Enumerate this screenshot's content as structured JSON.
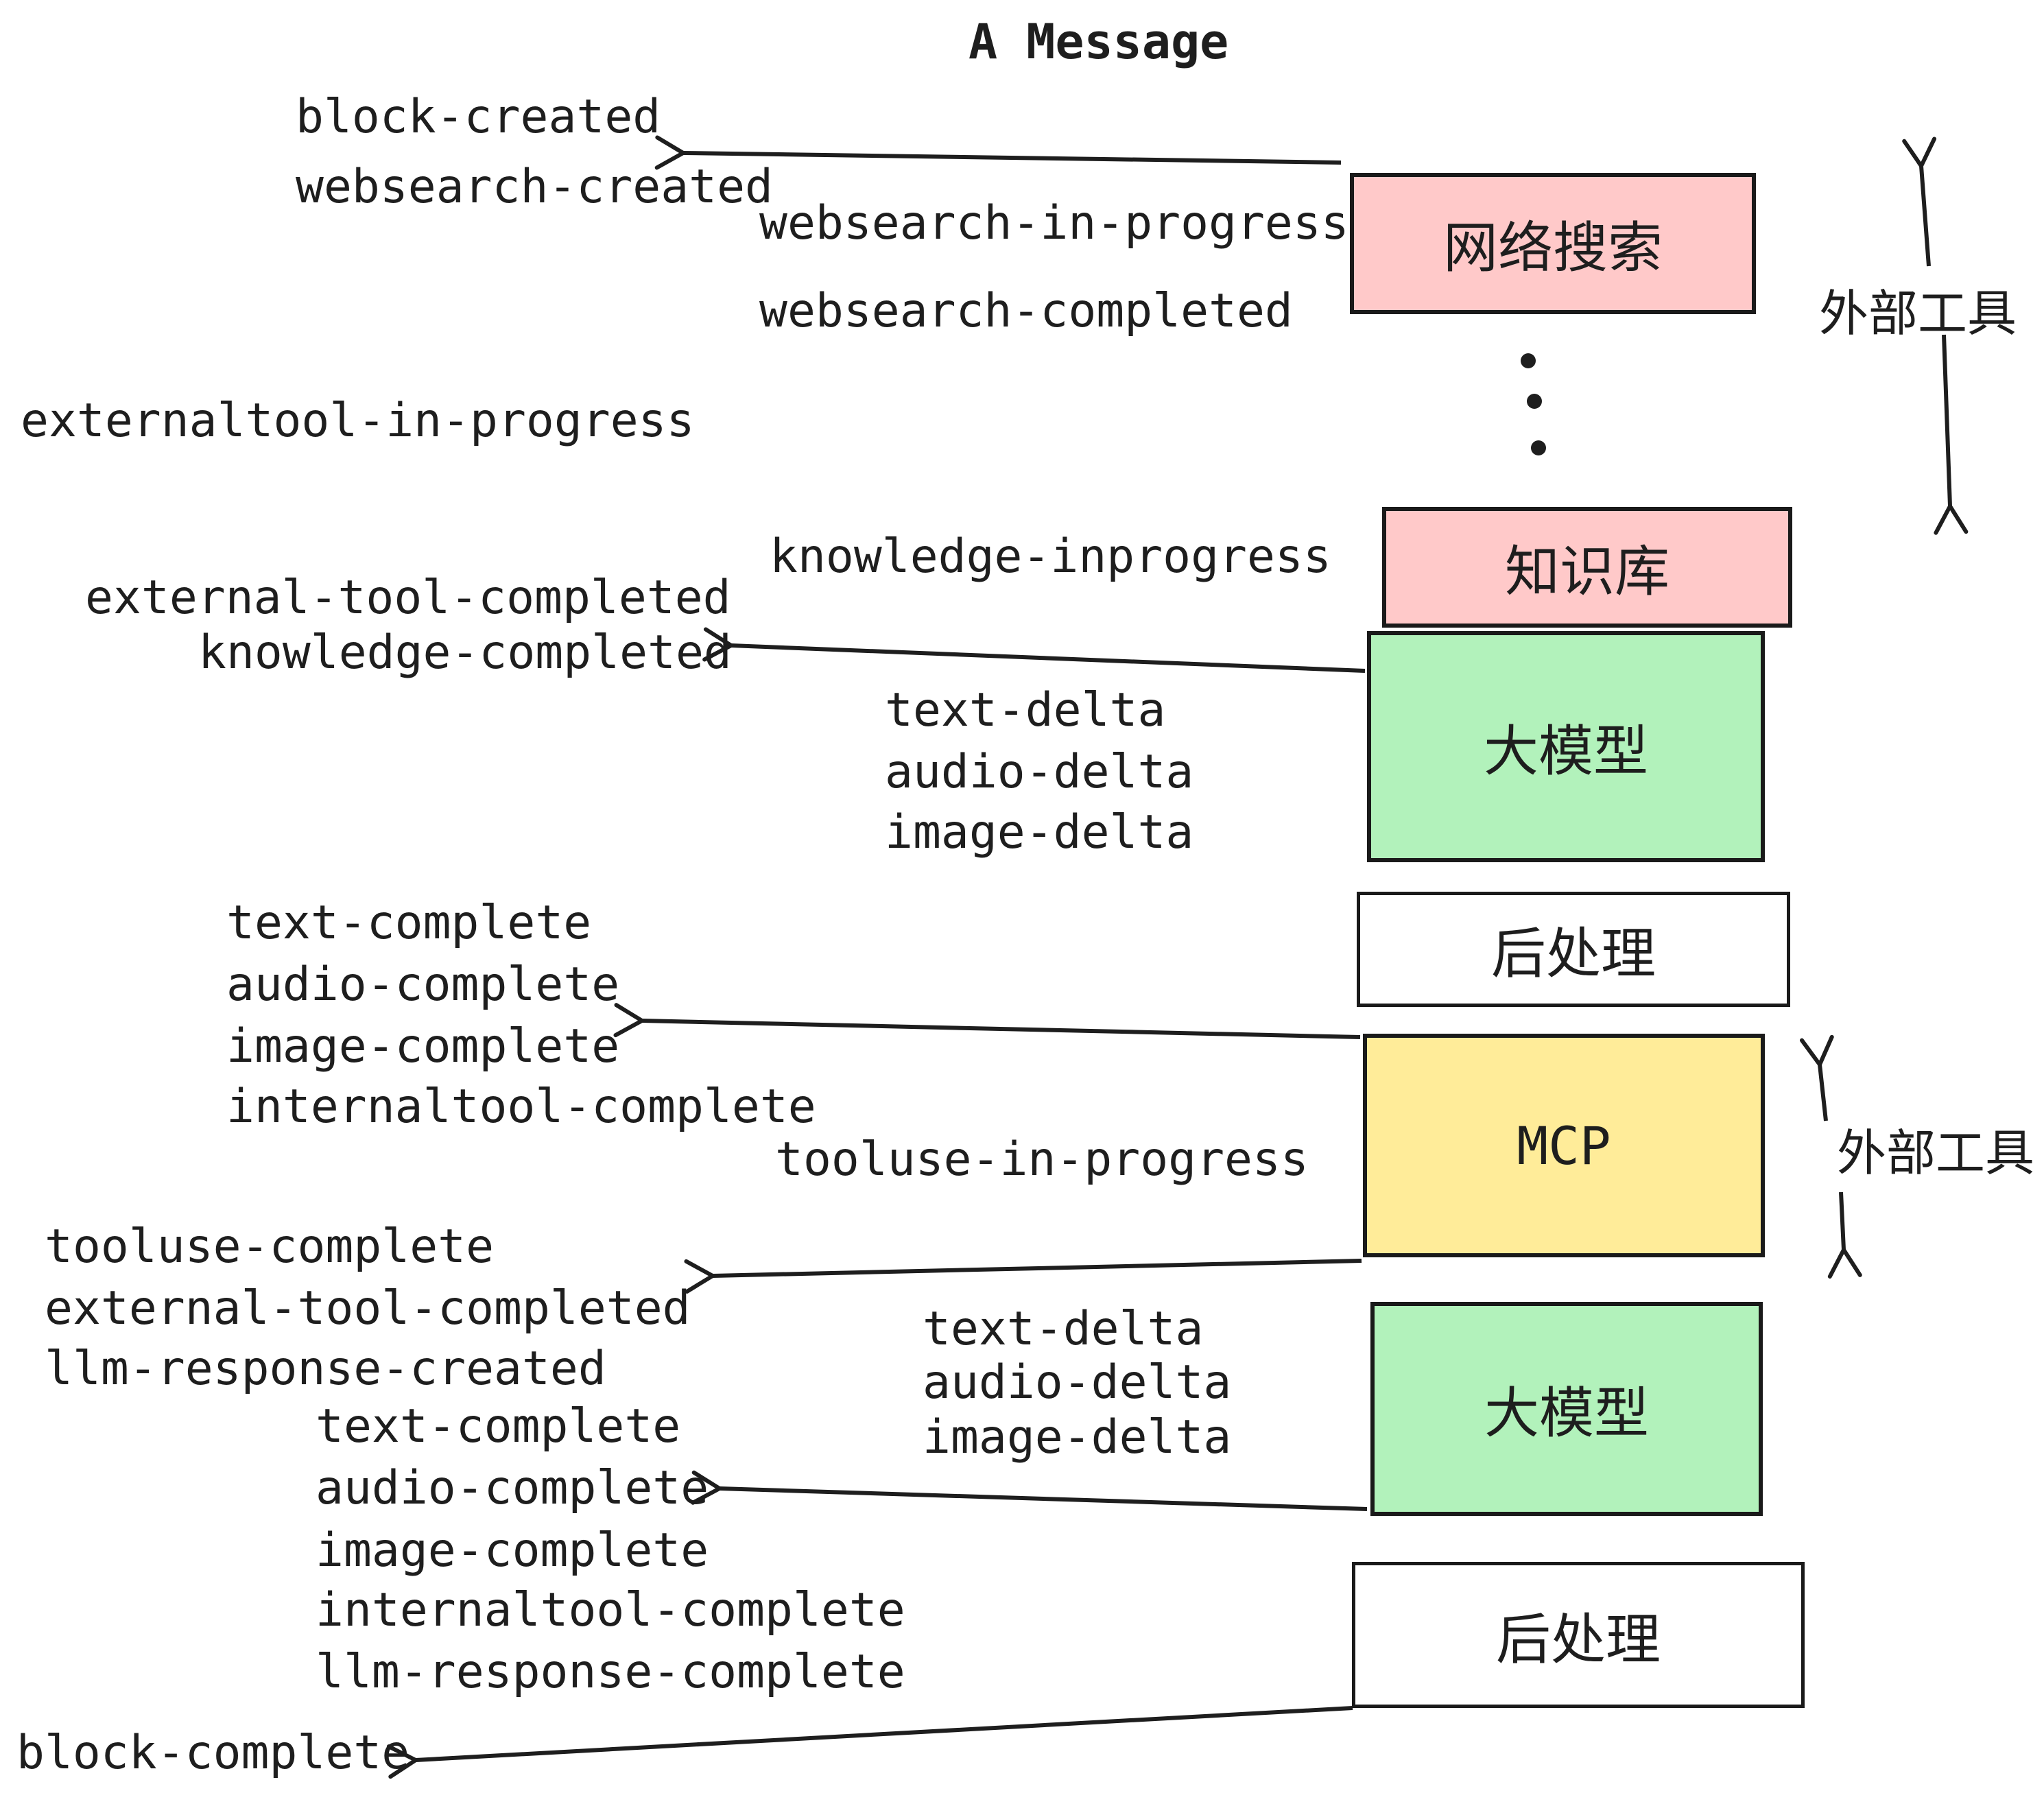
{
  "title": "A Message",
  "colors": {
    "pink": "#ffc9c9",
    "green": "#b2f2bb",
    "yellow": "#ffec99",
    "white": "#ffffff",
    "line": "#1e1e1e"
  },
  "boxes": {
    "websearch": {
      "label": "网络搜索"
    },
    "knowledge": {
      "label": "知识库"
    },
    "llm1": {
      "label": "大模型"
    },
    "post1": {
      "label": "后处理"
    },
    "mcp": {
      "label": "MCP"
    },
    "llm2": {
      "label": "大模型"
    },
    "post2": {
      "label": "后处理"
    }
  },
  "side_labels": {
    "top": "外部工具",
    "middle": "外部工具"
  },
  "events": {
    "block_created": "block-created",
    "websearch_created": "websearch-created",
    "websearch_in_progress": "websearch-in-progress",
    "websearch_completed": "websearch-completed",
    "externaltool_in_progress": "externaltool-in-progress",
    "knowledge_inprogress": "knowledge-inprogress",
    "external_tool_completed": "external-tool-completed",
    "knowledge_completed": "knowledge-completed",
    "text_delta": "text-delta",
    "audio_delta": "audio-delta",
    "image_delta": "image-delta",
    "text_complete": "text-complete",
    "audio_complete": "audio-complete",
    "image_complete": "image-complete",
    "internaltool_complete": "internaltool-complete",
    "tooluse_in_progress": "tooluse-in-progress",
    "tooluse_complete": "tooluse-complete",
    "llm_response_created": "llm-response-created",
    "llm_response_complete": "llm-response-complete",
    "block_complete": "block-complete"
  }
}
